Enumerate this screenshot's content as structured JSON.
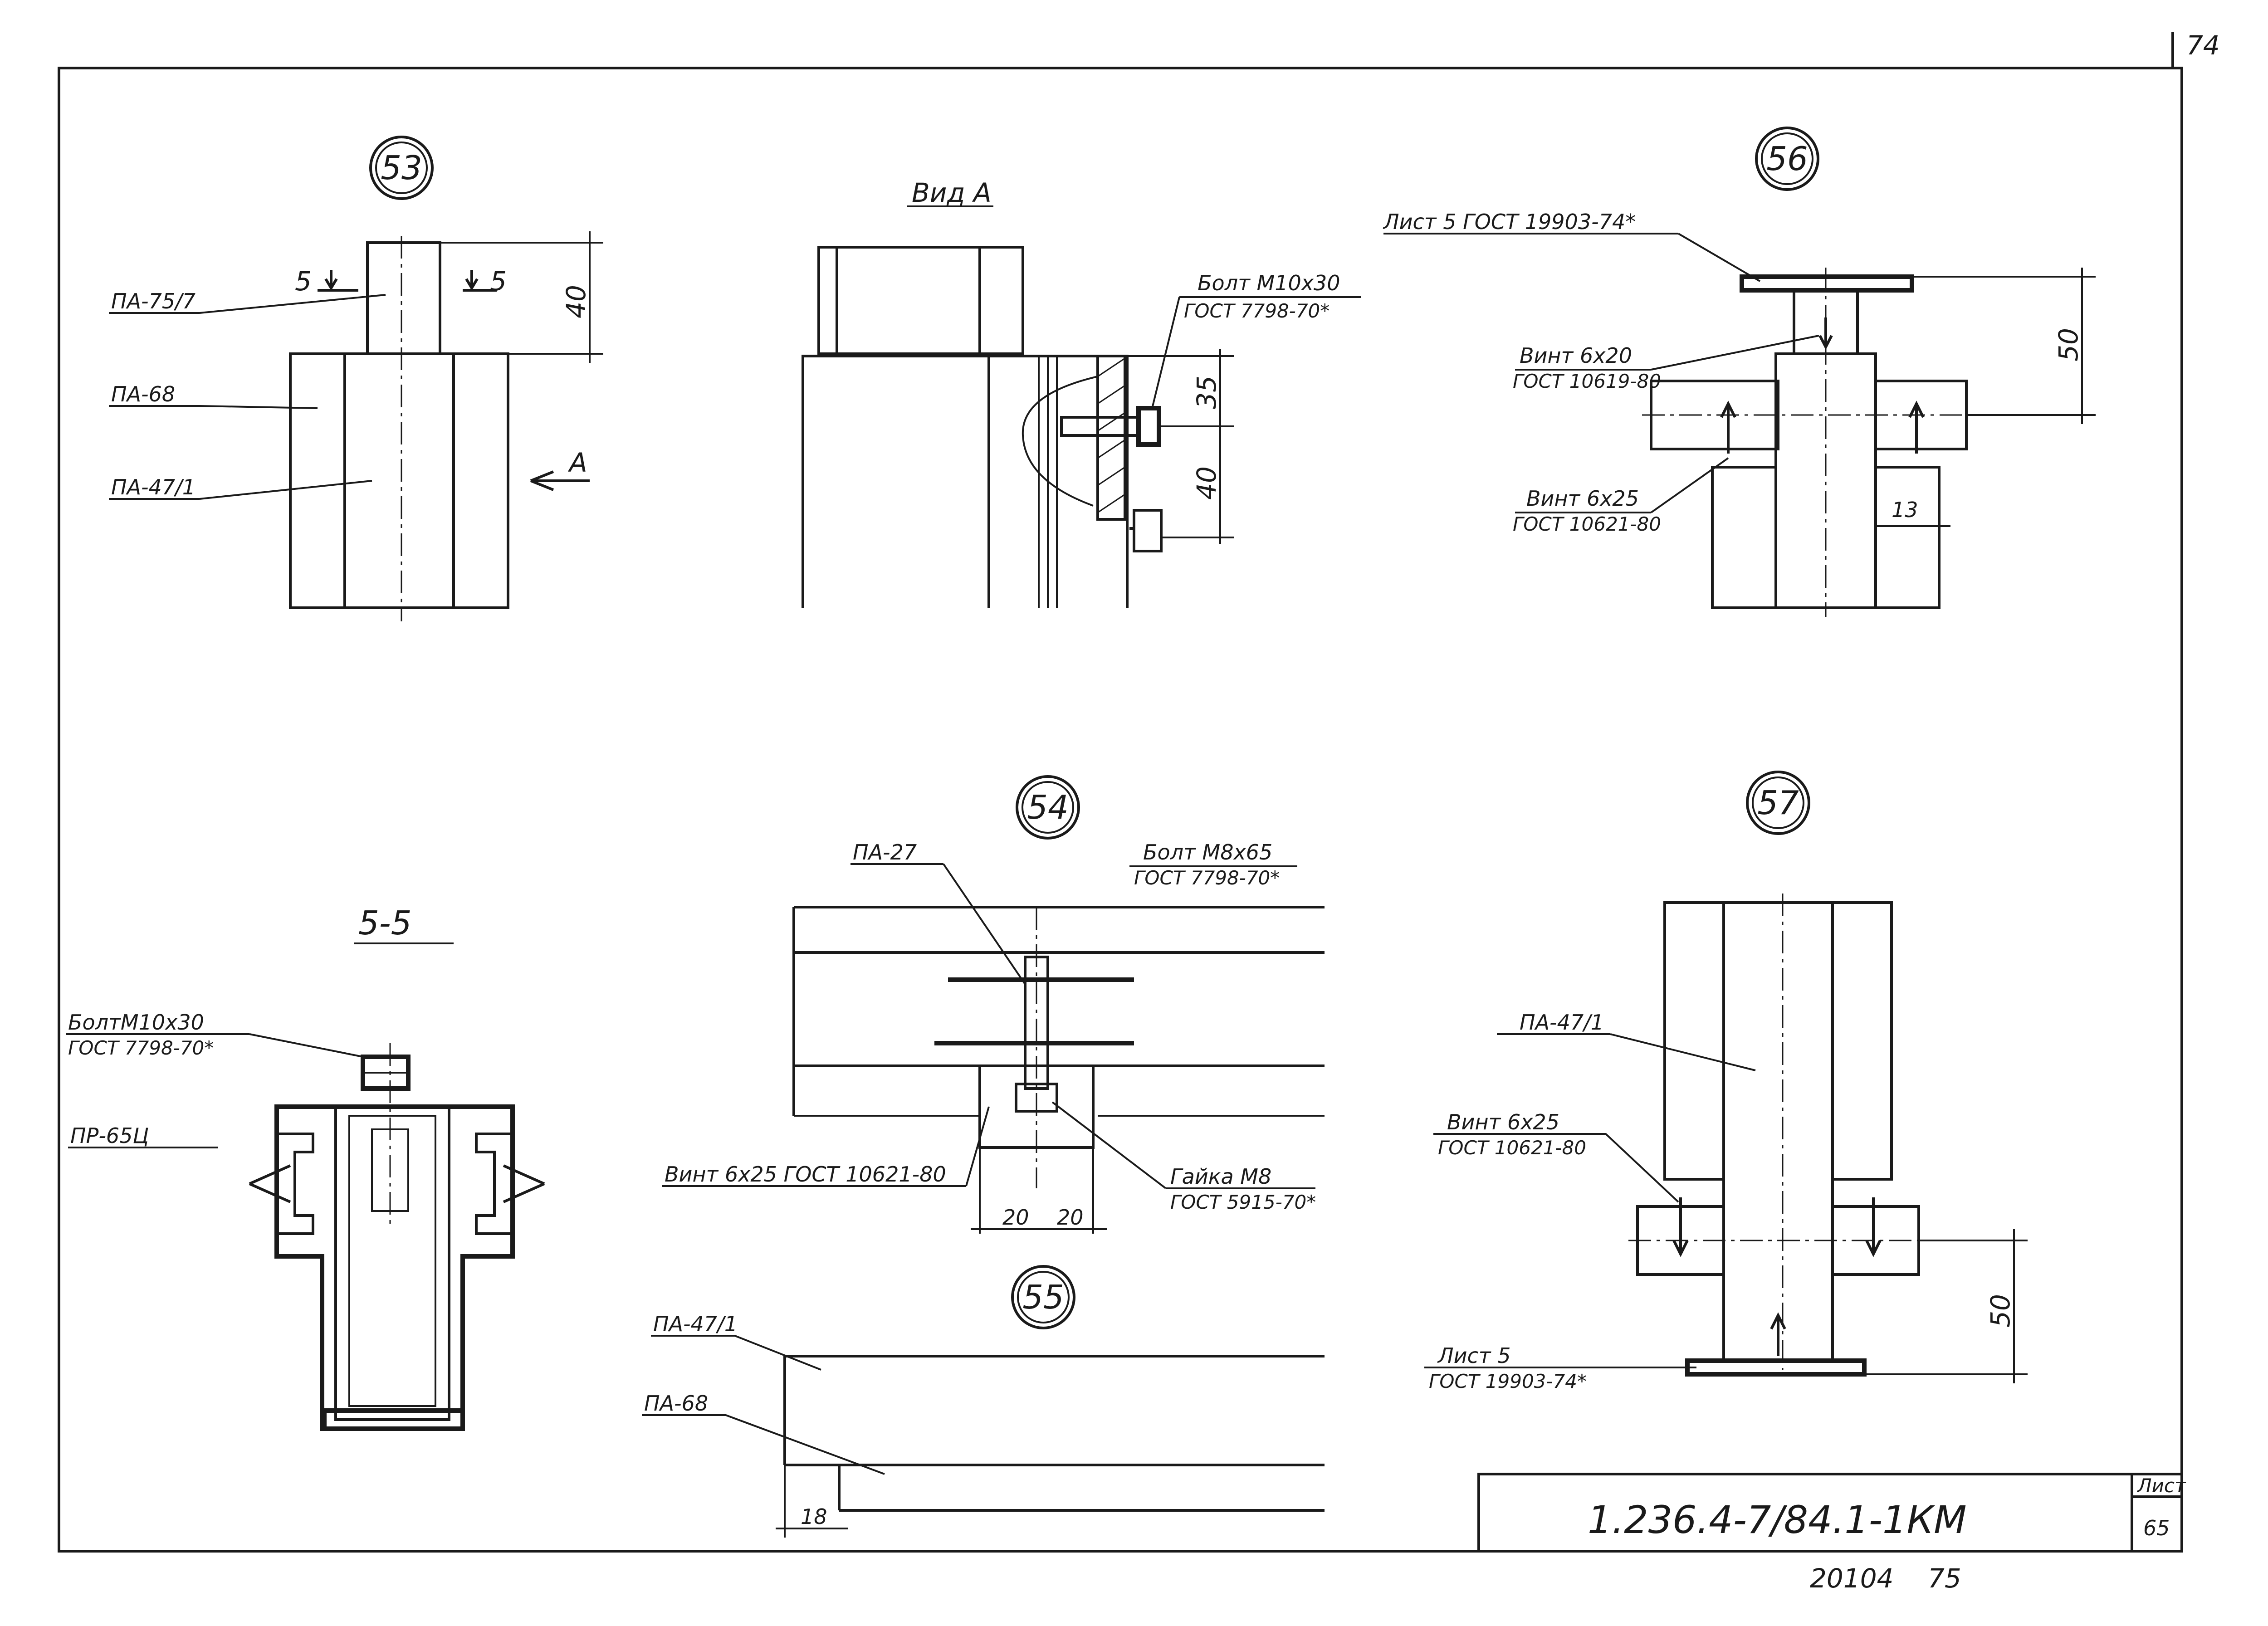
{
  "page_number_top": "74",
  "details": {
    "d53": {
      "marker": "53",
      "section_mark": "5",
      "labels": [
        "ПА-75/7",
        "ПА-68",
        "ПА-47/1"
      ],
      "view_arrow": "А",
      "dim_40": "40"
    },
    "view_a": {
      "title": "Вид А",
      "bolt_label": "Болт М10х30",
      "bolt_std": "ГОСТ 7798-70*",
      "dim_35": "35",
      "dim_40": "40"
    },
    "d56": {
      "marker": "56",
      "sheet_label": "Лист 5 ГОСТ 19903-74*",
      "screw1_label": "Винт 6х20",
      "screw1_std": "ГОСТ 10619-80",
      "screw2_label": "Винт 6х25",
      "screw2_std": "ГОСТ 10621-80",
      "dim_50": "50",
      "dim_13": "13"
    },
    "section55": {
      "title": "5-5",
      "bolt_label": "БолтМ10х30",
      "bolt_std": "ГОСТ 7798-70*",
      "profile_label": "ПР-65Ц"
    },
    "d54": {
      "marker": "54",
      "pa_label": "ПА-27",
      "bolt_label": "Болт М8х65",
      "bolt_std": "ГОСТ 7798-70*",
      "screw_label": "Винт 6х25 ГОСТ 10621-80",
      "nut_label": "Гайка М8",
      "nut_std": "ГОСТ 5915-70*",
      "dim_20a": "20",
      "dim_20b": "20"
    },
    "d55": {
      "marker": "55",
      "label1": "ПА-47/1",
      "label2": "ПА-68",
      "dim_18": "18"
    },
    "d57": {
      "marker": "57",
      "pa_label": "ПА-47/1",
      "screw_label": "Винт 6х25",
      "screw_std": "ГОСТ 10621-80",
      "sheet_label": "Лист 5",
      "sheet_std": "ГОСТ 19903-74*",
      "dim_50": "50"
    }
  },
  "title_block": {
    "code": "1.236.4-7/84.1-1КМ",
    "sheet_header": "Лист",
    "sheet_number": "65"
  },
  "footer": {
    "inventory": "20104",
    "page": "75"
  }
}
